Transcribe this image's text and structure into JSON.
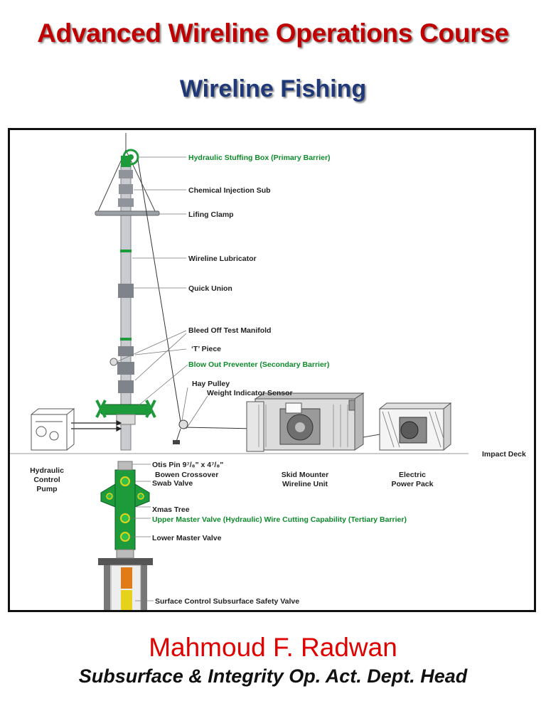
{
  "header": {
    "title": "Advanced Wireline Operations Course",
    "subtitle": "Wireline Fishing"
  },
  "diagram": {
    "callouts": [
      {
        "text": "Hydraulic Stuffing Box (Primary Barrier)",
        "color": "#0d8a2a"
      },
      {
        "text": "Chemical Injection Sub",
        "color": "#222222"
      },
      {
        "text": "Lifing Clamp",
        "color": "#222222"
      },
      {
        "text": "Wireline Lubricator",
        "color": "#222222"
      },
      {
        "text": "Quick Union",
        "color": "#222222"
      },
      {
        "text": "Bleed Off Test Manifold",
        "color": "#222222"
      },
      {
        "text": "‘T’ Piece",
        "color": "#222222"
      },
      {
        "text": "Blow Out Preventer (Secondary Barrier)",
        "color": "#0d8a2a"
      },
      {
        "text": "Hay Pulley",
        "color": "#222222"
      },
      {
        "text": "Weight Indicator Sensor",
        "color": "#222222"
      },
      {
        "text": "Otis Pin 9⁷/₈\" x 4⁷/₈\"",
        "color": "#222222"
      },
      {
        "text": "Bowen Crossover",
        "color": "#222222"
      },
      {
        "text": "Swab Valve",
        "color": "#222222"
      },
      {
        "text": "Xmas Tree",
        "color": "#222222"
      },
      {
        "text": "Upper Master Valve (Hydraulic) Wire Cutting Capability (Tertiary Barrier)",
        "color": "#0d8a2a"
      },
      {
        "text": "Lower Master Valve",
        "color": "#222222"
      },
      {
        "text": "Surface Control Subsurface Safety Valve",
        "color": "#222222"
      },
      {
        "text": "Impact Deck",
        "color": "#222222"
      }
    ],
    "equipment": {
      "pump": [
        "Hydraulic",
        "Control",
        "Pump"
      ],
      "skid": [
        "Skid Mounter",
        "Wireline Unit"
      ],
      "power": [
        "Electric",
        "Power Pack"
      ]
    }
  },
  "footer": {
    "author": "Mahmoud F. Radwan",
    "position": "Subsurface & Integrity Op. Act. Dept. Head"
  }
}
